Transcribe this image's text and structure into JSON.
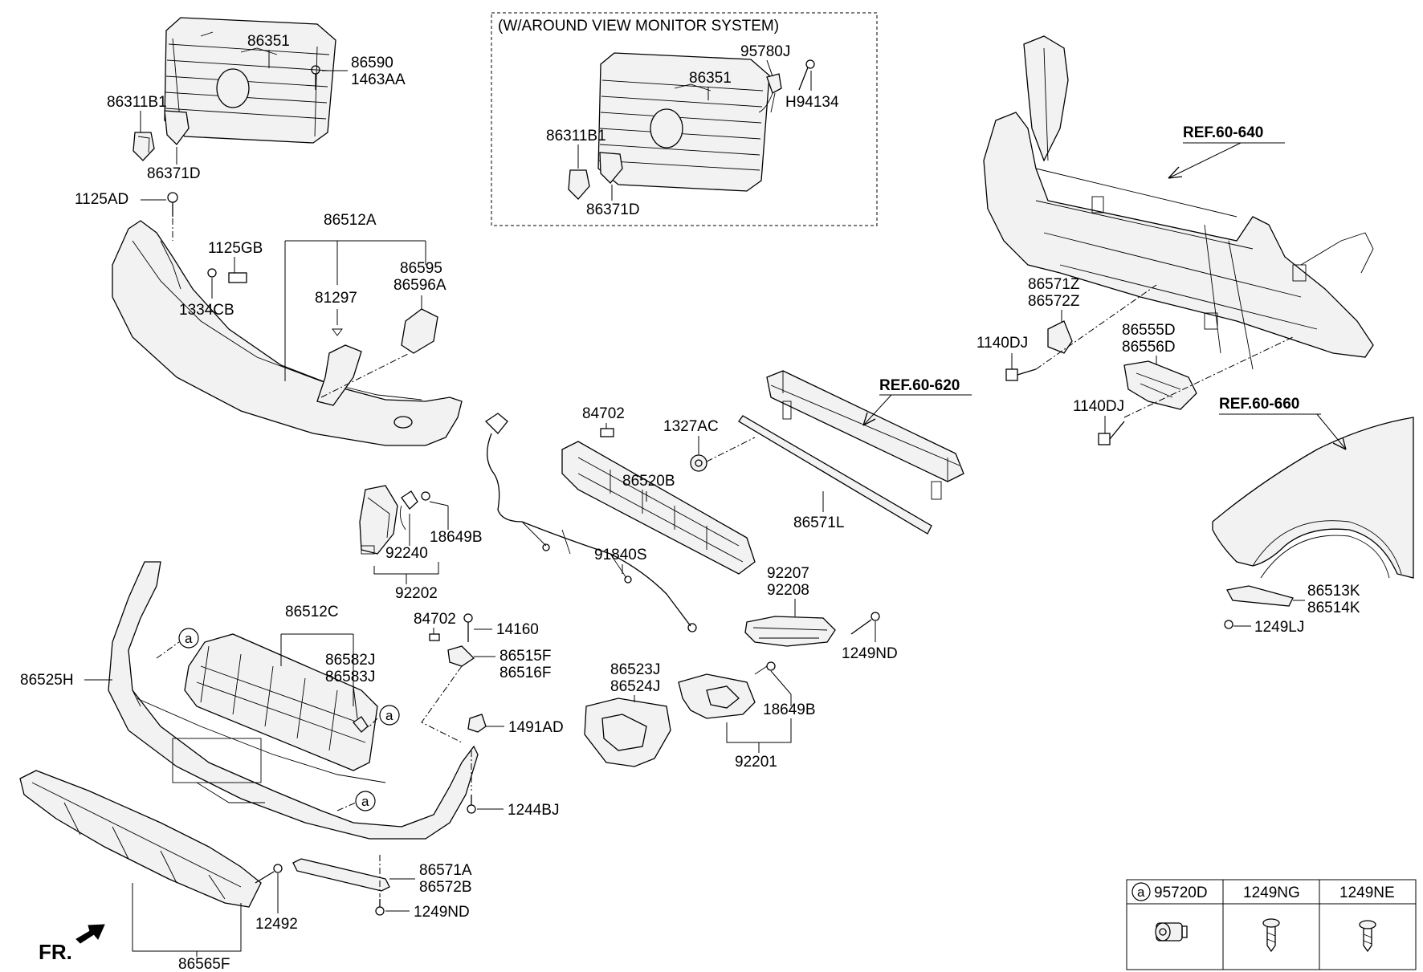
{
  "box_title": "(W/AROUND VIEW MONITOR SYSTEM)",
  "fr_label": "FR.",
  "callout_letter": "a",
  "refs": {
    "r640": "REF.60-640",
    "r620": "REF.60-620",
    "r660": "REF.60-660"
  },
  "parts": {
    "p86351a": "86351",
    "p86590": "86590",
    "p1463AA": "1463AA",
    "p86311B1a": "86311B1",
    "p86371Da": "86371D",
    "p1125AD": "1125AD",
    "p86512A": "86512A",
    "p1125GB": "1125GB",
    "p86595": "86595",
    "p86596A": "86596A",
    "p81297": "81297",
    "p1334CB": "1334CB",
    "p95780J": "95780J",
    "p86351b": "86351",
    "pH94134": "H94134",
    "p86311B1b": "86311B1",
    "p86371Db": "86371D",
    "p86571Z": "86571Z",
    "p86572Z": "86572Z",
    "p1140DJa": "1140DJ",
    "p86555D": "86555D",
    "p86556D": "86556D",
    "p1140DJb": "1140DJ",
    "p84702a": "84702",
    "p1327AC": "1327AC",
    "p86520B": "86520B",
    "p86571L": "86571L",
    "p18649Ba": "18649B",
    "p92240": "92240",
    "p92202": "92202",
    "p91840S": "91840S",
    "p92207": "92207",
    "p92208": "92208",
    "p1249NDa": "1249ND",
    "p86513K": "86513K",
    "p86514K": "86514K",
    "p1249LJ": "1249LJ",
    "p86512C": "86512C",
    "p84702b": "84702",
    "p14160": "14160",
    "p86582J": "86582J",
    "p86583J": "86583J",
    "p86515F": "86515F",
    "p86516F": "86516F",
    "p86525H": "86525H",
    "p1491AD": "1491AD",
    "p86523J": "86523J",
    "p86524J": "86524J",
    "p18649Bb": "18649B",
    "p92201": "92201",
    "p1244BJ": "1244BJ",
    "p86571A": "86571A",
    "p86572B": "86572B",
    "p12492": "12492",
    "p1249NDb": "1249ND",
    "p86565F": "86565F"
  },
  "legend": {
    "col1": "95720D",
    "col2": "1249NG",
    "col3": "1249NE"
  }
}
